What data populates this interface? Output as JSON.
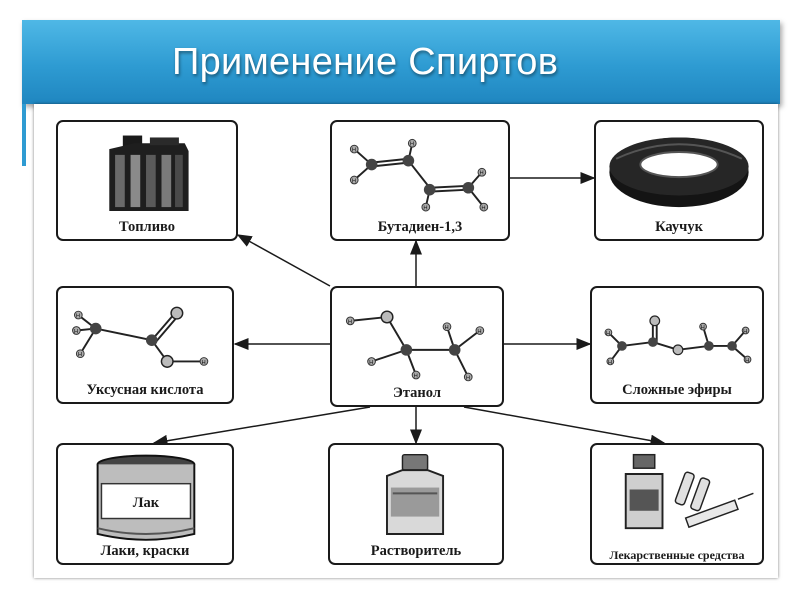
{
  "title": "Применение Спиртов",
  "nodes": {
    "fuel": "Топливо",
    "butadiene": "Бутадиен-1,3",
    "rubber": "Каучук",
    "acetic_acid": "Уксусная кислота",
    "ethanol": "Этанол",
    "esters": "Сложные эфиры",
    "varnishes": "Лаки, краски",
    "solvent": "Растворитель",
    "medicines": "Лекарственные средства"
  },
  "varnish_can_label": "Лак",
  "atom_label": "H"
}
